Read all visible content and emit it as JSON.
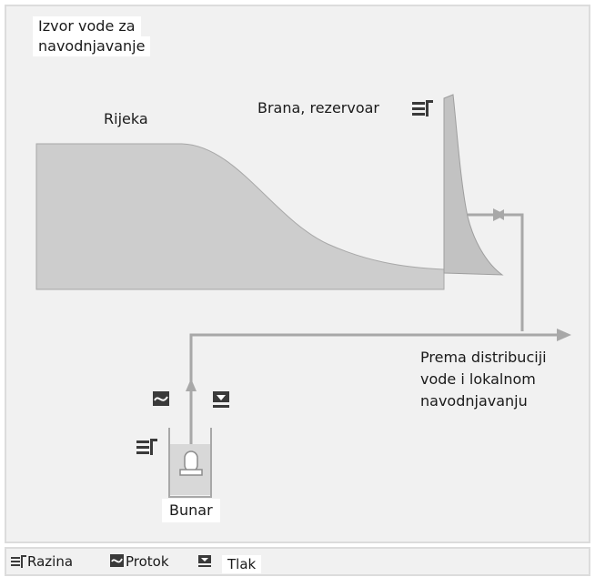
{
  "title": "Izvor vode za navodnjavanje",
  "title_line1": "Izvor vode za",
  "title_line2": "navodnjavanje",
  "river_label": "Rijeka",
  "dam_label": "Brana, rezervoar",
  "well_label": "Bunar",
  "distribution_line1": "Prema distribuciji",
  "distribution_line2": "vode i lokalnom",
  "distribution_line3": "navodnjavanju",
  "legend": {
    "level": "Razina",
    "flow": "Protok",
    "pressure": "Tlak"
  },
  "icons": {
    "level": "level-sensor-icon",
    "flow": "flow-sensor-icon",
    "pressure": "pressure-sensor-icon"
  },
  "colors": {
    "panel_bg": "#f1f1f1",
    "border": "#dcdcdc",
    "water": "#cdcdcd",
    "pipe": "#a8a8a8",
    "icon": "#3a3a3a"
  }
}
